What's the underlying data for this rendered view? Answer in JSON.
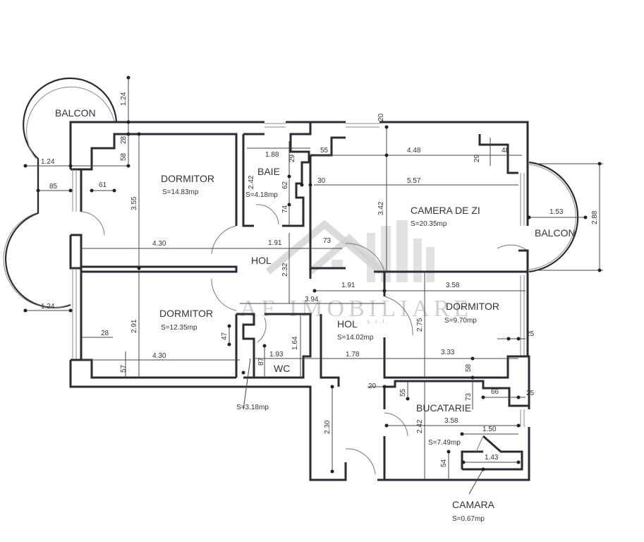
{
  "plan": {
    "rooms": {
      "balcon_left": {
        "label": "BALCON"
      },
      "dormitor_1": {
        "label": "DORMITOR",
        "area": "S=14.83mp"
      },
      "baie": {
        "label": "BAIE",
        "area": "S=4.18mp"
      },
      "camera_de_zi": {
        "label": "CAMERA DE ZI",
        "area": "S=20.35mp"
      },
      "balcon_right": {
        "label": "BALCON"
      },
      "hol_1": {
        "label": "HOL"
      },
      "dormitor_2": {
        "label": "DORMITOR",
        "area": "S=12.35mp"
      },
      "hol_2": {
        "label": "HOL",
        "area": "S=14.02mp"
      },
      "dormitor_3": {
        "label": "DORMITOR",
        "area": "S=9.70mp"
      },
      "wc": {
        "label": "WC",
        "area": "S=3.18mp"
      },
      "bucatarie": {
        "label": "BUCATARIE",
        "area": "S=7.49mp"
      },
      "camara": {
        "label": "CAMARA",
        "area": "S=0.67mp"
      }
    },
    "dimensions": {
      "d_1_24_top": "1.24",
      "d_28": "28",
      "d_58": "58",
      "d_1_24_left": "1.24",
      "d_85": "85",
      "d_61": "61",
      "d_3_55": "3.55",
      "d_4_30_top": "4.30",
      "d_1_24_bottom": "1.24",
      "d_1_88": "1.88",
      "d_29_baie": "29",
      "d_2_42_baie": "2.42",
      "d_62": "62",
      "d_74": "74",
      "d_1_91_top": "1.91",
      "d_2_32": "2.32",
      "d_55_top": "55",
      "d_4_48": "4.48",
      "d_29_zi": "29",
      "d_48": "48",
      "d_30": "30",
      "d_5_57": "5.57",
      "d_3_42": "3.42",
      "d_1_53": "1.53",
      "d_2_88": "2.88",
      "d_73_hol": "73",
      "d_20_top": "20",
      "d_1_91_mid": "1.91",
      "d_3_94": "3.94",
      "d_3_58_dorm": "3.58",
      "d_2_75": "2.75",
      "d_25_dorm": "25",
      "d_3_33": "3.33",
      "d_58_dorm": "58",
      "d_2_91": "2.91",
      "d_28_dorm2": "28",
      "d_57": "57",
      "d_4_30_bottom": "4.30",
      "d_47": "47",
      "d_1_64": "1.64",
      "d_1_93": "1.93",
      "d_87": "87",
      "d_1_78": "1.78",
      "d_20_buc": "20",
      "d_55_buc": "55",
      "d_73_buc": "73",
      "d_66": "66",
      "d_25_buc": "25",
      "d_2_42_buc": "2.42",
      "d_3_58_buc": "3.58",
      "d_1_50": "1.50",
      "d_54": "54",
      "d_1_43": "1.43",
      "d_2_30": "2.30"
    },
    "watermark": {
      "text": "AF IMOBILIARE",
      "subtext": "s.r.l."
    },
    "colors": {
      "wall": "#2b2b33",
      "text": "#333333",
      "watermark": "#bdbdbd",
      "background": "#ffffff"
    }
  }
}
